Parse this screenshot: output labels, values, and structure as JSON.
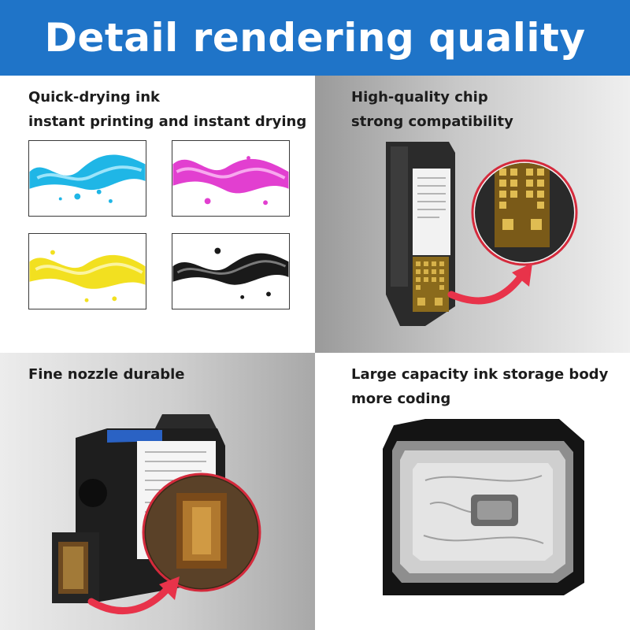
{
  "banner": {
    "title": "Detail rendering quality",
    "color": "#1f74c8"
  },
  "panels": {
    "top_left": {
      "line1": "Quick-drying ink",
      "line2": "instant printing and instant drying",
      "swatches": [
        {
          "name": "cyan-ink-splash",
          "color": "#1fb6e6"
        },
        {
          "name": "magenta-ink-splash",
          "color": "#e23fd0"
        },
        {
          "name": "yellow-ink-splash",
          "color": "#f2e020"
        },
        {
          "name": "black-ink-splash",
          "color": "#1a1a1a"
        }
      ]
    },
    "top_right": {
      "line1": "High-quality chip",
      "line2": "strong compatibility"
    },
    "bottom_left": {
      "line1": "Fine nozzle durable"
    },
    "bottom_right": {
      "line1": "Large capacity ink storage body",
      "line2": "more coding"
    }
  },
  "accent": {
    "arrow": "#e8334a",
    "chip_gold": "#c9a23a"
  }
}
